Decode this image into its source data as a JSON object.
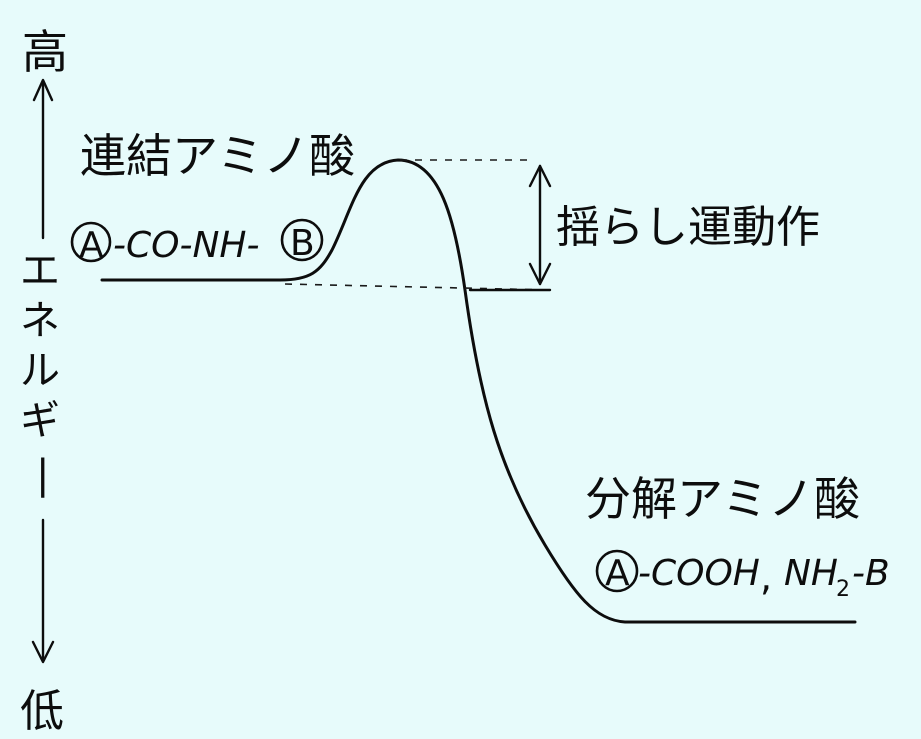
{
  "axis": {
    "top_label": "高",
    "middle_label": "エネルギー",
    "bottom_label": "低"
  },
  "left_state": {
    "title": "連結アミノ酸",
    "group_a": "A",
    "formula": "-CO-NH-",
    "group_b": "B"
  },
  "barrier": {
    "label": "揺らし運動作"
  },
  "right_state": {
    "title": "分解アミノ酸",
    "group_a": "A",
    "formula_1": "-COOH",
    "separator": ",",
    "formula_2": "NH",
    "subscript": "2",
    "formula_3": "-B"
  },
  "colors": {
    "background": "#e7fbfb",
    "ink": "#0d0d0d"
  }
}
